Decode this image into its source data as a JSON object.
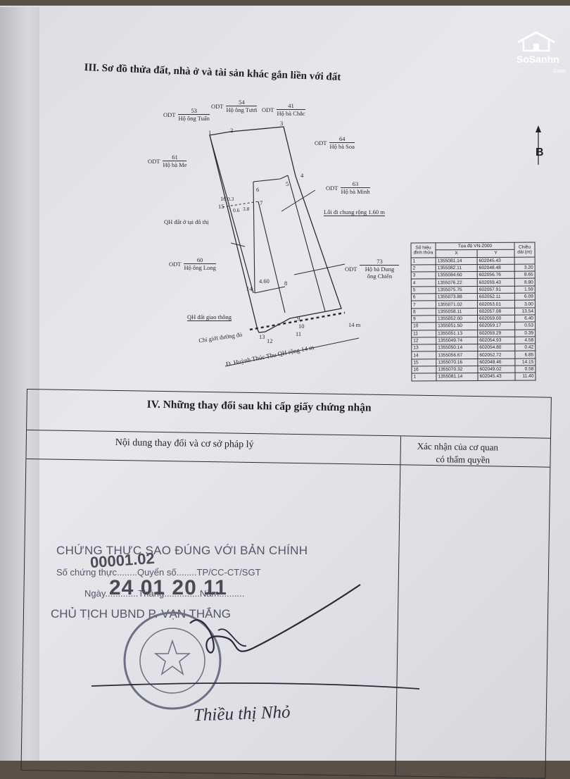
{
  "watermark": {
    "brand": "SoSanhn",
    "sub": "Great"
  },
  "section3": {
    "title": "III. Sơ đồ thửa đất, nhà ở và tài sản khác gắn liền với đất"
  },
  "map": {
    "north_label": "B",
    "neighbors": [
      {
        "code": "ODT",
        "num": "53",
        "owner": "Hộ ông Tuấn"
      },
      {
        "code": "ODT",
        "num": "54",
        "owner": "Hộ ông Tươi"
      },
      {
        "code": "ODT",
        "num": "41",
        "owner": "Hộ bà Chắc"
      },
      {
        "code": "ODT",
        "num": "64",
        "owner": "Hộ bà Soa"
      },
      {
        "code": "ODT",
        "num": "61",
        "owner": "Hộ bà Me"
      },
      {
        "code": "ODT",
        "num": "63",
        "owner": "Hộ bà Minh"
      },
      {
        "code": "ODT",
        "num": "60",
        "owner": "Hộ ông Long"
      },
      {
        "code": "ODT",
        "num": "73",
        "owner": "Hộ bà Dung ông Chiến"
      }
    ],
    "labels": {
      "qh_residential": "QH đất ở tại đô thị",
      "shared_path": "Lối đi chung rộng 1.60 m",
      "qh_traffic": "QH đất giao thông",
      "road_boundary": "Chỉ giới đường đỏ",
      "road_name": "Đ. Huỳnh Thúc Thu QH rộng 14 m",
      "road_width": "14 m",
      "dim_4_60": "4.60",
      "dim_0_3": "0.3",
      "dim_0_6": "0.6",
      "dim_3_8": "3.8"
    },
    "points": [
      "1",
      "2",
      "3",
      "4",
      "5",
      "6",
      "7",
      "8",
      "9",
      "10",
      "11",
      "12",
      "13",
      "14",
      "15",
      "16"
    ]
  },
  "coord_table": {
    "headers": {
      "point": "Số hiệu đỉnh thửa",
      "coord": "Tọa độ VN-2000",
      "x": "X",
      "y": "Y",
      "len": "Chiều dài (m)"
    },
    "rows": [
      {
        "p": "1",
        "x": "1355081.14",
        "y": "602045.43",
        "d": ""
      },
      {
        "p": "2",
        "x": "1355082.11",
        "y": "602048.48",
        "d": "3.20"
      },
      {
        "p": "3",
        "x": "1355084.60",
        "y": "602056.76",
        "d": "8.65"
      },
      {
        "p": "4",
        "x": "1355076.22",
        "y": "602059.43",
        "d": "8.80"
      },
      {
        "p": "5",
        "x": "1355075.75",
        "y": "602057.91",
        "d": "1.59"
      },
      {
        "p": "6",
        "x": "1355073.88",
        "y": "602052.11",
        "d": "6.09"
      },
      {
        "p": "7",
        "x": "1355071.02",
        "y": "602053.01",
        "d": "3.00"
      },
      {
        "p": "8",
        "x": "1355058.11",
        "y": "602057.08",
        "d": "13.54"
      },
      {
        "p": "9",
        "x": "1355052.00",
        "y": "602059.00",
        "d": "6.40"
      },
      {
        "p": "10",
        "x": "1355051.50",
        "y": "602059.17",
        "d": "0.53"
      },
      {
        "p": "11",
        "x": "1355051.13",
        "y": "602059.29",
        "d": "0.39"
      },
      {
        "p": "12",
        "x": "1355049.74",
        "y": "602054.93",
        "d": "4.58"
      },
      {
        "p": "13",
        "x": "1355050.14",
        "y": "602054.80",
        "d": "0.42"
      },
      {
        "p": "14",
        "x": "1355056.67",
        "y": "602052.72",
        "d": "6.85"
      },
      {
        "p": "15",
        "x": "1355070.16",
        "y": "602048.46",
        "d": "14.15"
      },
      {
        "p": "16",
        "x": "1355070.32",
        "y": "602049.02",
        "d": "0.58"
      },
      {
        "p": "1",
        "x": "1355081.14",
        "y": "602045.43",
        "d": "11.40"
      }
    ]
  },
  "section4": {
    "title": "IV. Những thay đổi sau khi cấp giấy chứng nhận",
    "col_left": "Nội dung thay đổi và cơ sở pháp lý",
    "col_right_line1": "Xác nhận của cơ quan",
    "col_right_line2": "có thẩm quyền"
  },
  "stamp": {
    "line1": "CHỨNG THỰC SAO ĐÚNG VỚI BẢN CHÍNH",
    "line2_prefix": "Số chứng thực",
    "line2_mid": "Quyển số",
    "line2_suffix": "TP/CC-CT/SGT",
    "cert_number": "00001.02",
    "line3_day": "Ngày",
    "line3_month": "Tháng",
    "line3_year": "Năm",
    "date_digits": "24 01 20 11",
    "line4": "CHỦ TỊCH UBND P. VẠN THẮNG",
    "signer": "Thiều thị Nhỏ"
  }
}
